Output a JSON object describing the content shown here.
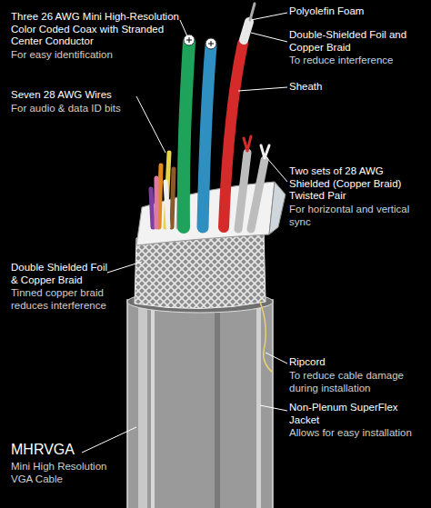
{
  "diagram": {
    "labels": [
      "Three 26 AWG Mini High-Resolution Color Coded Coax with Stranded Center Conductor",
      "For easy identification",
      "Polyolefin Foam",
      "Double-Shielded Foil and Copper Braid",
      "To reduce interference",
      "Sheath",
      "Seven 28 AWG Wires",
      "For audio & data ID bits",
      "Two sets of 28 AWG Shielded (Copper Braid) Twisted Pair",
      "For horizontal and vertical sync",
      "Double Shielded Foil & Copper Braid",
      "Tinned copper braid reduces interference",
      "Ripcord",
      "To reduce cable damage during installation",
      "Non-Plenum SuperFlex Jacket",
      "Allows for easy installation",
      "MHRVGA",
      "Mini High Resolution VGA Cable"
    ]
  }
}
